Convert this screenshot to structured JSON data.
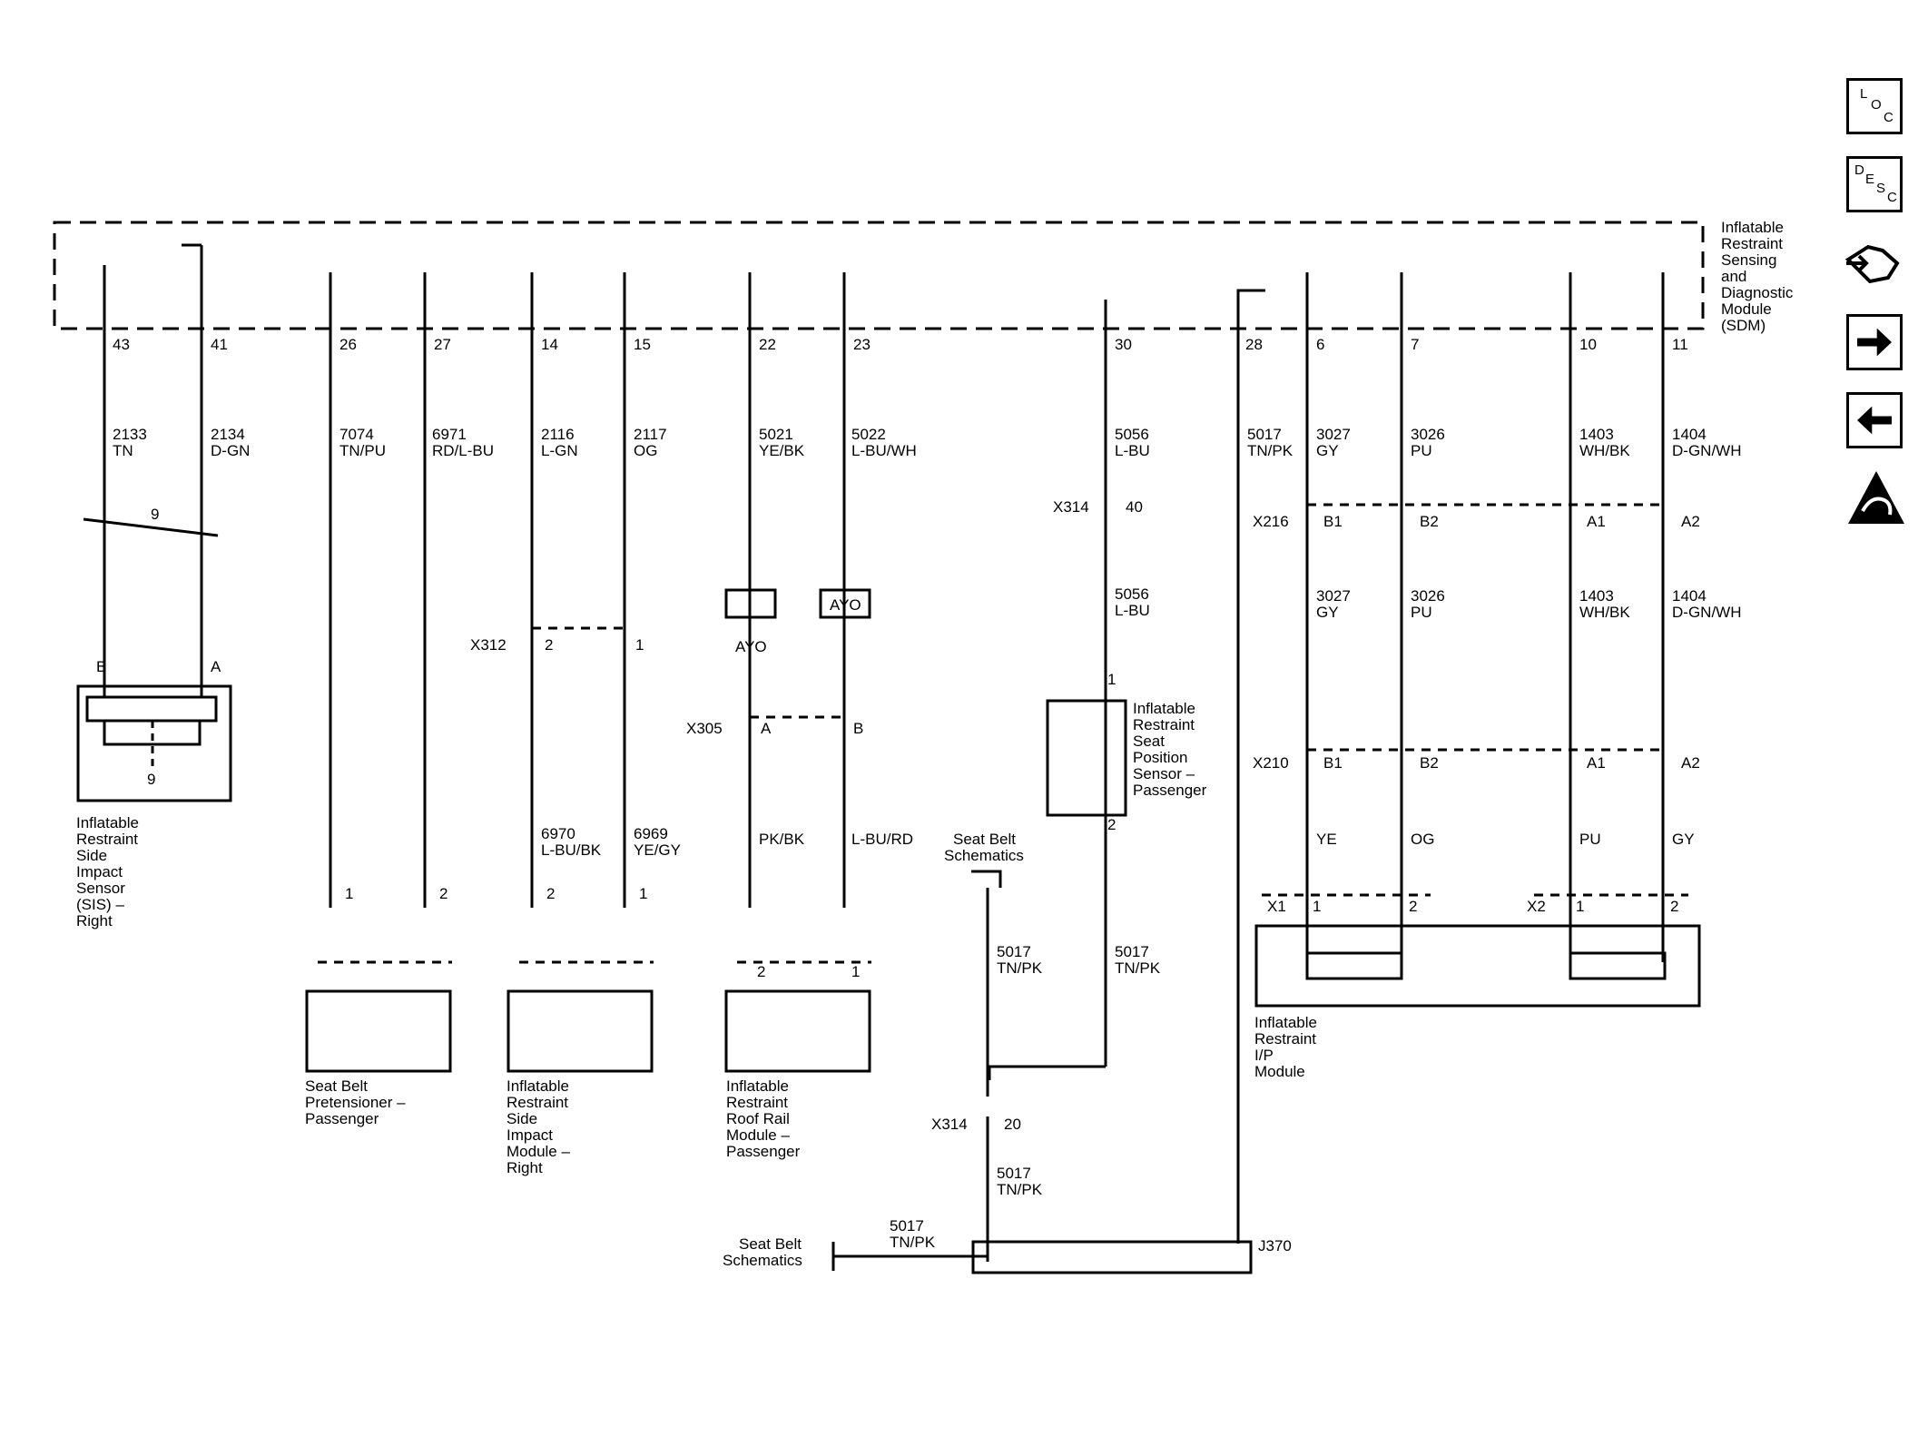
{
  "sdm": {
    "title": [
      "Inflatable",
      "Restraint",
      "Sensing",
      "and",
      "Diagnostic",
      "Module",
      "(SDM)"
    ]
  },
  "pins": [
    "43",
    "41",
    "26",
    "27",
    "14",
    "15",
    "22",
    "23",
    "30",
    "28",
    "6",
    "7",
    "10",
    "11"
  ],
  "wires": {
    "w2133": [
      "2133",
      "TN"
    ],
    "w2134": [
      "2134",
      "D-GN"
    ],
    "w7074": [
      "7074",
      "TN/PU"
    ],
    "w6971": [
      "6971",
      "RD/L-BU"
    ],
    "w2116": [
      "2116",
      "L-GN"
    ],
    "w2117": [
      "2117",
      "OG"
    ],
    "w5021": [
      "5021",
      "YE/BK"
    ],
    "w5022": [
      "5022",
      "L-BU/WH"
    ],
    "w5056a": [
      "5056",
      "L-BU"
    ],
    "w5056b": [
      "5056",
      "L-BU"
    ],
    "w5017a": [
      "5017",
      "TN/PK"
    ],
    "w3027a": [
      "3027",
      "GY"
    ],
    "w3026a": [
      "3026",
      "PU"
    ],
    "w1403a": [
      "1403",
      "WH/BK"
    ],
    "w1404a": [
      "1404",
      "D-GN/WH"
    ],
    "w3027b": [
      "3027",
      "GY"
    ],
    "w3026b": [
      "3026",
      "PU"
    ],
    "w1403b": [
      "1403",
      "WH/BK"
    ],
    "w1404b": [
      "1404",
      "D-GN/WH"
    ],
    "w6970": [
      "6970",
      "L-BU/BK"
    ],
    "w6969": [
      "6969",
      "YE/GY"
    ],
    "wPKBK": "PK/BK",
    "wLBURD": "L-BU/RD",
    "wYE": "YE",
    "wOG": "OG",
    "wPU": "PU",
    "wGY": "GY",
    "w5017b": [
      "5017",
      "TN/PK"
    ],
    "w5017c": [
      "5017",
      "TN/PK"
    ],
    "w5017d": [
      "5017",
      "TN/PK"
    ],
    "w5017e": [
      "5017",
      "TN/PK"
    ]
  },
  "twist": "9",
  "connectors": {
    "x312": "X312",
    "x305": "X305",
    "x314a": "X314",
    "x314b": "X314",
    "x216": "X216",
    "x210": "X210",
    "x1": "X1",
    "x2": "X2",
    "j370": "J370"
  },
  "connector_pins": {
    "x312_2": "2",
    "x312_1": "1",
    "x305_a": "A",
    "x305_b": "B",
    "x314_40": "40",
    "x314_20": "20",
    "x216_b1": "B1",
    "x216_b2": "B2",
    "x216_a1": "A1",
    "x216_a2": "A2",
    "x210_b1": "B1",
    "x210_b2": "B2",
    "x210_a1": "A1",
    "x210_a2": "A2",
    "sis_b": "B",
    "sis_a": "A",
    "seat_1": "1",
    "seat_2": "2",
    "pret_1": "1",
    "pret_2": "2",
    "side_2": "2",
    "side_1": "1",
    "roof_2": "2",
    "roof_1": "1",
    "x1_1": "1",
    "x1_2": "2",
    "x2_1": "1",
    "x2_2": "2",
    "sis_9": "9"
  },
  "ayo": [
    "AYO",
    "AYO"
  ],
  "components": {
    "sis": [
      "Inflatable",
      "Restraint",
      "Side",
      "Impact",
      "Sensor",
      "(SIS) –",
      "Right"
    ],
    "pretensioner": [
      "Seat Belt",
      "Pretensioner –",
      "Passenger"
    ],
    "side_module": [
      "Inflatable",
      "Restraint",
      "Side",
      "Impact",
      "Module –",
      "Right"
    ],
    "roof_rail": [
      "Inflatable",
      "Restraint",
      "Roof Rail",
      "Module –",
      "Passenger"
    ],
    "seat_sensor": [
      "Inflatable",
      "Restraint",
      "Seat",
      "Position",
      "Sensor –",
      "Passenger"
    ],
    "ip_module": [
      "Inflatable",
      "Restraint",
      "I/P",
      "Module"
    ],
    "seatbelt_ref1": [
      "Seat Belt",
      "Schematics"
    ],
    "seatbelt_ref2": [
      "Seat Belt",
      "Schematics"
    ]
  },
  "nav": {
    "loc": [
      "L",
      "O",
      "C"
    ],
    "desc": [
      "D",
      "E",
      "S",
      "C"
    ]
  },
  "icons": [
    "loc-icon",
    "desc-icon",
    "connector-view-icon",
    "next-page-icon",
    "previous-page-icon",
    "esd-warning-icon"
  ]
}
